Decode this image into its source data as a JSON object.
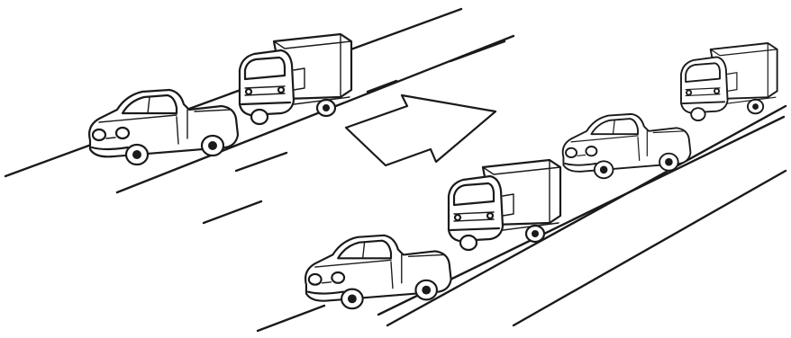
{
  "colors": {
    "ink": "#1a1a1a",
    "paper": "#ffffff"
  },
  "scene": {
    "before": {
      "vehicles": [
        "pickup-truck",
        "box-truck"
      ]
    },
    "after": {
      "vehicles": [
        "pickup-truck",
        "box-truck",
        "pickup-truck",
        "box-truck"
      ]
    },
    "arrow_direction": "right"
  }
}
